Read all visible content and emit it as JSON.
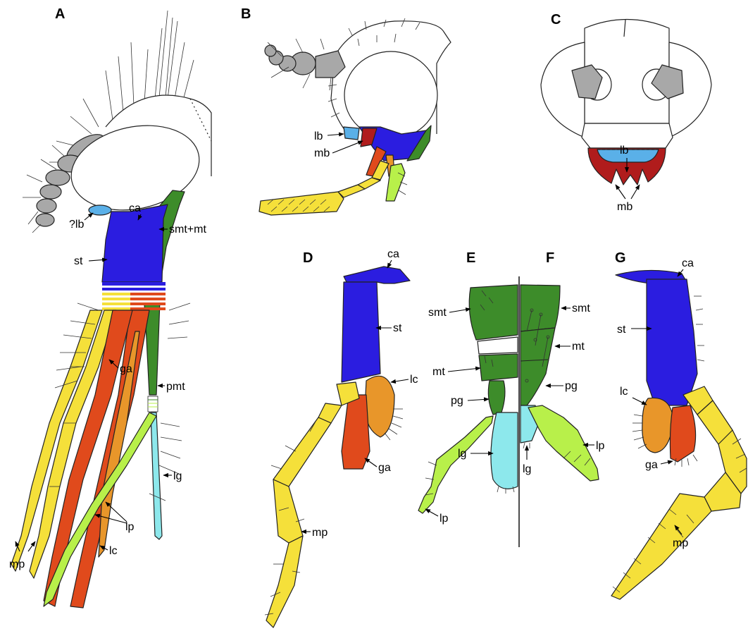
{
  "colors": {
    "cardo": "#2b1de0",
    "stipes": "#2b1de0",
    "galea": "#e04a1c",
    "lacinia": "#e8962a",
    "maxillary_palp": "#f5e03a",
    "labial_palp": "#b8f04a",
    "prementum": "#3d8c2a",
    "postmentum": "#3d8c2a",
    "glossa": "#8de8ec",
    "labrum": "#5ab0e8",
    "mandible": "#b01c1c",
    "antenna": "#a8a8a8",
    "head": "#ffffff"
  },
  "panels": [
    {
      "letter": "A",
      "labels": [
        "ca",
        "?lb",
        "smt+mt",
        "st",
        "ga",
        "pmt",
        "lg",
        "lp",
        "mp",
        "lc"
      ]
    },
    {
      "letter": "B",
      "labels": [
        "lb",
        "mb"
      ]
    },
    {
      "letter": "C",
      "labels": [
        "lb",
        "mb"
      ]
    },
    {
      "letter": "D",
      "labels": [
        "ca",
        "st",
        "lc",
        "ga",
        "mp"
      ]
    },
    {
      "letter": "E",
      "labels": [
        "smt",
        "mt",
        "pg",
        "lg",
        "lp"
      ]
    },
    {
      "letter": "F",
      "labels": [
        "smt",
        "mt",
        "pg",
        "lg",
        "lp"
      ]
    },
    {
      "letter": "G",
      "labels": [
        "ca",
        "st",
        "lc",
        "ga",
        "mp"
      ]
    }
  ]
}
